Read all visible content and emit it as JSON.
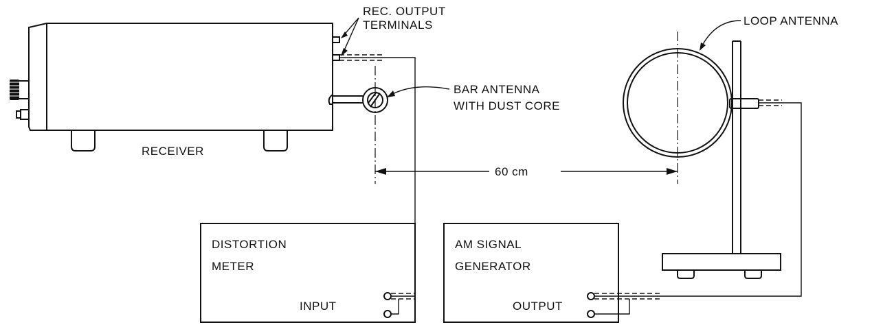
{
  "labels": {
    "receiver": "RECEIVER",
    "rec_output_1": "REC. OUTPUT",
    "rec_output_2": "TERMINALS",
    "bar_antenna_1": "BAR ANTENNA",
    "bar_antenna_2": "WITH DUST CORE",
    "loop_antenna": "LOOP ANTENNA",
    "distance": "60 cm",
    "distortion_1": "DISTORTION",
    "distortion_2": "METER",
    "input": "INPUT",
    "am_gen_1": "AM SIGNAL",
    "am_gen_2": "GENERATOR",
    "output": "OUTPUT"
  }
}
